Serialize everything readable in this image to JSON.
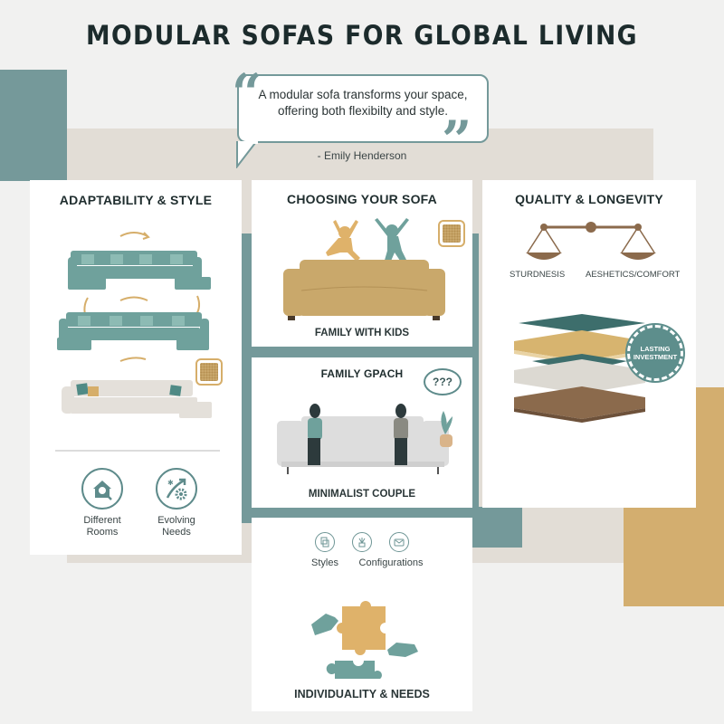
{
  "title": "MODULAR SOFAS FOR GLOBAL LIVING",
  "quote": {
    "text": "A modular sofa transforms your space, offering both flexibilty and style.",
    "author": "- Emily Henderson",
    "open_mark": "“",
    "close_mark": "”"
  },
  "colors": {
    "teal": "#74999a",
    "dark_teal": "#3d6e6c",
    "beige": "#e2ddd6",
    "gold": "#d3ae6f",
    "brown": "#8b6a4c",
    "background": "#f1f1f0",
    "text": "#1f2d2e"
  },
  "cards": {
    "adaptability": {
      "title": "ADAPTABILITY & STYLE",
      "icons": [
        {
          "icon": "house-search-icon",
          "label_line1": "Different",
          "label_line2": "Rooms"
        },
        {
          "icon": "growth-gear-icon",
          "label_line1": "Evolving",
          "label_line2": "Needs"
        }
      ]
    },
    "choosing": {
      "title": "CHOOSING YOUR SOFA",
      "caption": "FAMILY WITH KIDS"
    },
    "family_approach": {
      "title": "FAMILY GPACH",
      "bubble": "???",
      "caption": "MINIMALIST COUPLE"
    },
    "individuality": {
      "icons": [
        {
          "icon": "styles-icon",
          "label": "Styles"
        },
        {
          "icon": "plant-icon",
          "label": ""
        },
        {
          "icon": "configurations-icon",
          "label": "Configurations"
        }
      ],
      "caption": "INDIVIDUALITY & NEEDS"
    },
    "quality": {
      "title": "QUALITY & LONGEVITY",
      "scale_left": "STURDNESIS",
      "scale_right": "AESHETICS/COMFORT",
      "badge_line1": "LASTING",
      "badge_line2": "INVESTMENT"
    }
  }
}
